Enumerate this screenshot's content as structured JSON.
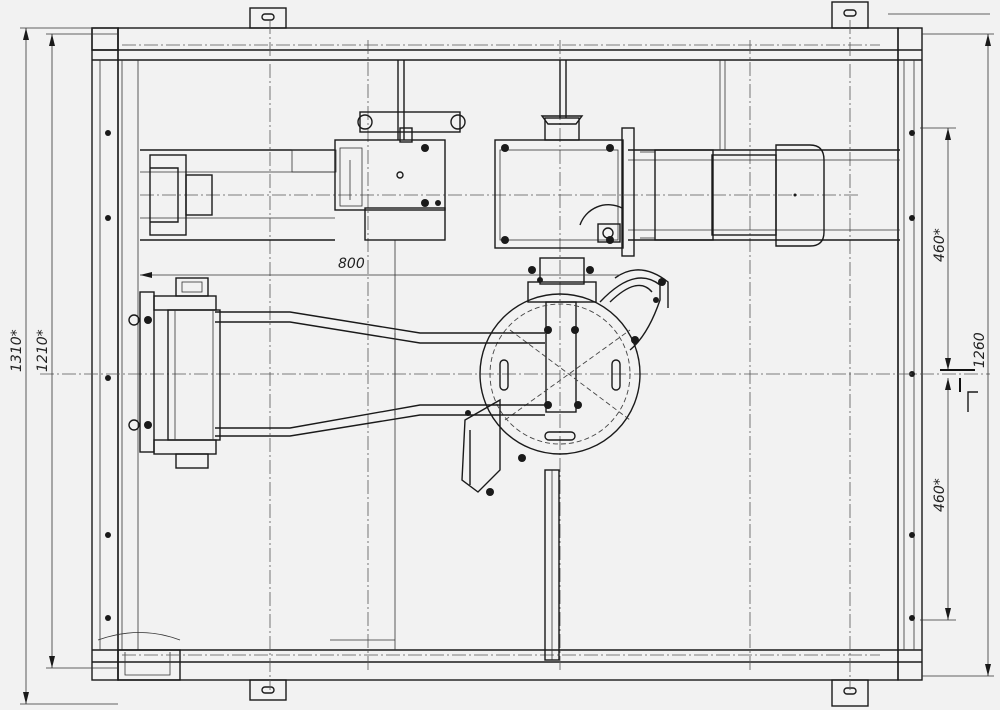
{
  "dimensions": {
    "width_800": "800",
    "height_1310": "1310*",
    "height_1210": "1210*",
    "right_1260": "1260",
    "right_460_top": "460*",
    "right_460_bottom": "460*"
  },
  "colors": {
    "background": "#f2f2f2",
    "ink": "#1a1a1a"
  }
}
